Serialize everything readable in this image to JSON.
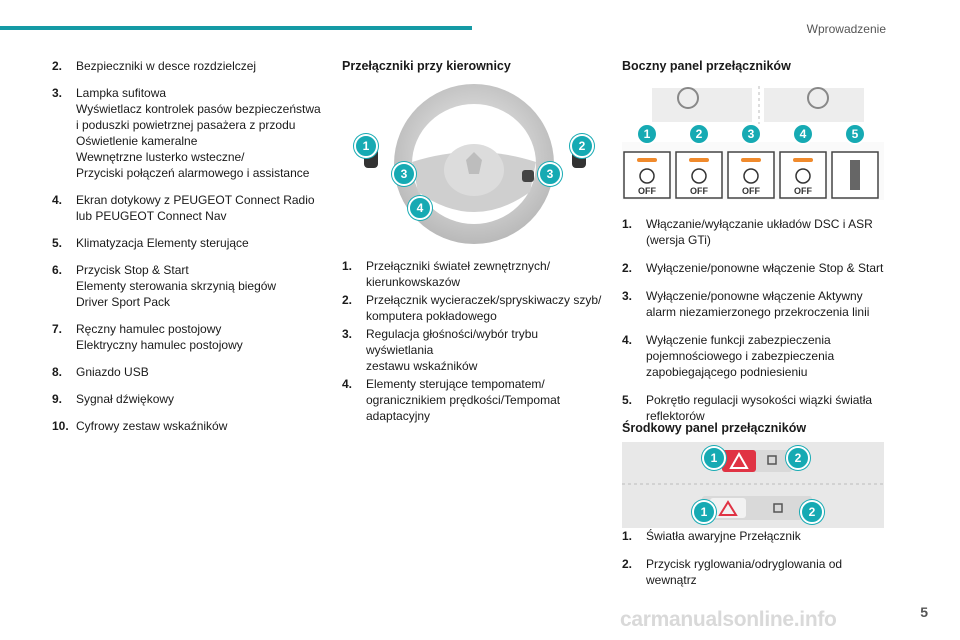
{
  "header": {
    "title": "Wprowadzenie"
  },
  "page_number": "5",
  "left_list": [
    {
      "num": "2.",
      "lines": [
        "Bezpieczniki w desce rozdzielczej"
      ]
    },
    {
      "num": "3.",
      "lines": [
        "Lampka sufitowa",
        "Wyświetlacz kontrolek pasów bezpieczeństwa",
        "i poduszki powietrznej pasażera z przodu",
        "Oświetlenie kameralne",
        "Wewnętrzne lusterko wsteczne/",
        "Przyciski połączeń alarmowego i assistance"
      ]
    },
    {
      "num": "4.",
      "lines": [
        "Ekran dotykowy z PEUGEOT Connect Radio",
        "lub PEUGEOT Connect Nav"
      ]
    },
    {
      "num": "5.",
      "lines": [
        "Klimatyzacja Elementy sterujące"
      ]
    },
    {
      "num": "6.",
      "lines": [
        "Przycisk Stop & Start",
        "Elementy sterowania skrzynią biegów",
        "Driver Sport Pack"
      ]
    },
    {
      "num": "7.",
      "lines": [
        "Ręczny hamulec postojowy",
        "Elektryczny hamulec postojowy"
      ]
    },
    {
      "num": "8.",
      "lines": [
        "Gniazdo USB"
      ]
    },
    {
      "num": "9.",
      "lines": [
        "Sygnał dźwiękowy"
      ]
    },
    {
      "num": "10.",
      "lines": [
        "Cyfrowy zestaw wskaźników"
      ]
    }
  ],
  "middle": {
    "heading": "Przełączniki przy kierownicy",
    "badges": [
      "1",
      "2",
      "3",
      "3",
      "4"
    ],
    "list": [
      {
        "num": "1.",
        "lines": [
          "Przełączniki świateł zewnętrznych/",
          "kierunkowskazów"
        ]
      },
      {
        "num": "2.",
        "lines": [
          "Przełącznik wycieraczek/spryskiwaczy szyb/",
          "komputera pokładowego"
        ]
      },
      {
        "num": "3.",
        "lines": [
          "Regulacja głośności/wybór trybu wyświetlania",
          "zestawu wskaźników"
        ]
      },
      {
        "num": "4.",
        "lines": [
          "Elementy sterujące tempomatem/",
          "ogranicznikiem prędkości/Tempomat",
          "adaptacyjny"
        ]
      }
    ]
  },
  "right": {
    "heading1": "Boczny panel przełączników",
    "side_panel": {
      "badges": [
        "1",
        "2",
        "3",
        "4",
        "5"
      ],
      "off_label": "OFF"
    },
    "list1": [
      {
        "num": "1.",
        "lines": [
          "Włączanie/wyłączanie układów DSC i ASR",
          "(wersja GTi)"
        ]
      },
      {
        "num": "2.",
        "lines": [
          "Wyłączenie/ponowne włączenie Stop & Start"
        ]
      },
      {
        "num": "3.",
        "lines": [
          "Wyłączenie/ponowne włączenie Aktywny",
          "alarm niezamierzonego przekroczenia linii"
        ]
      },
      {
        "num": "4.",
        "lines": [
          "Wyłączenie funkcji zabezpieczenia",
          "pojemnościowego i zabezpieczenia",
          "zapobiegającego podniesieniu"
        ]
      },
      {
        "num": "5.",
        "lines": [
          "Pokrętło regulacji wysokości wiązki światła",
          "reflektorów"
        ]
      }
    ],
    "heading2": "Środkowy panel przełączników",
    "center_panel": {
      "badges": [
        "1",
        "2",
        "1",
        "2"
      ]
    },
    "list2": [
      {
        "num": "1.",
        "lines": [
          "Światła awaryjne Przełącznik"
        ]
      },
      {
        "num": "2.",
        "lines": [
          "Przycisk ryglowania/odryglowania od",
          "wewnątrz"
        ]
      }
    ]
  },
  "watermark": "carmanualsonline.info"
}
